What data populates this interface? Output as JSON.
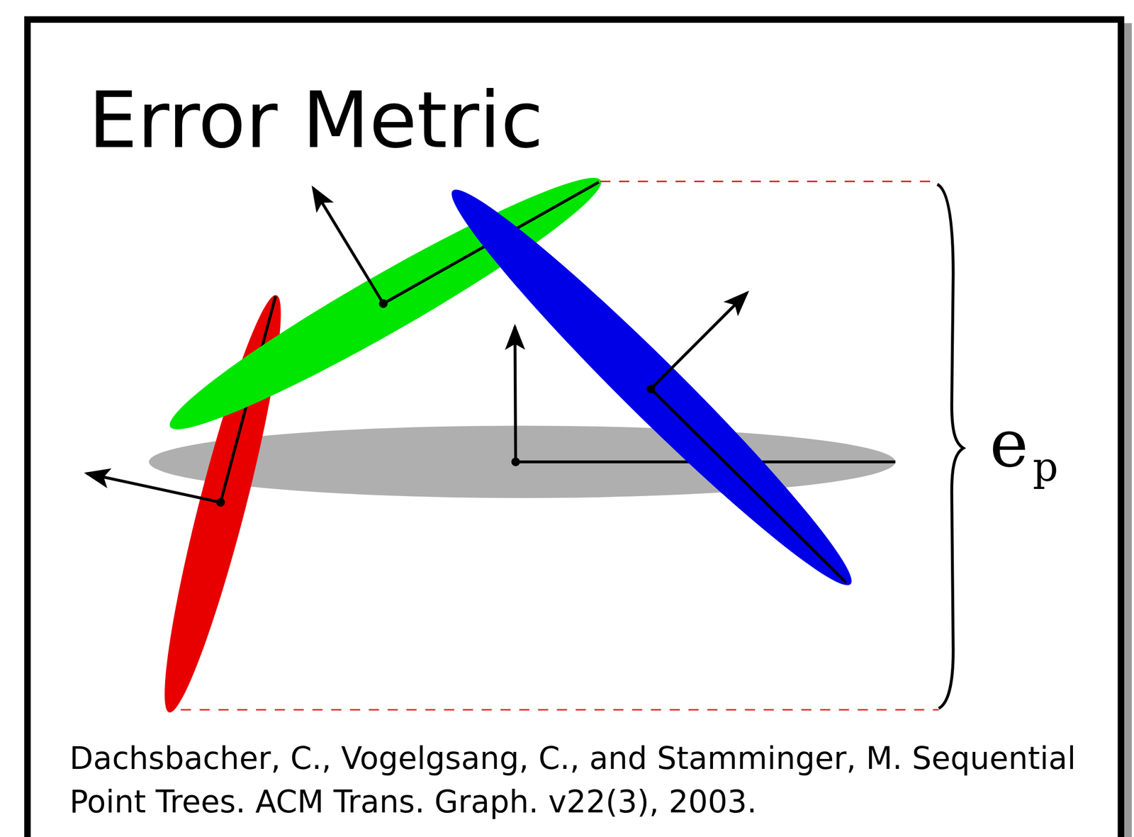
{
  "diagram": {
    "title": "Error Metric",
    "caption": "Dachsbacher, C., Vogelgsang, C., and Stamminger, M. Sequential Point Trees. ACM Trans. Graph. v22(3), 2003.",
    "labels": [
      "e",
      "p"
    ]
  }
}
